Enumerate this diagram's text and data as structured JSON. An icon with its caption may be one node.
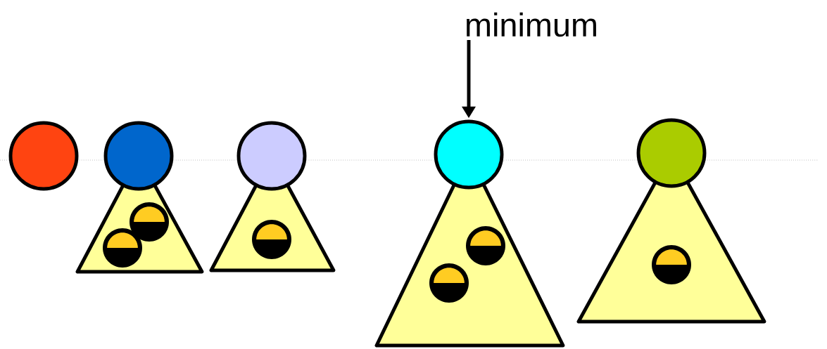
{
  "diagram": {
    "nodes": [
      {
        "text": [
          "minimum"
        ]
      },
      {
        "text": [],
        "shape": "circle"
      },
      {
        "text": [],
        "shape": "circle"
      },
      {
        "text": [],
        "shape": "circle"
      },
      {
        "text": [],
        "shape": "circle"
      },
      {
        "text": [],
        "shape": "circle"
      }
    ],
    "edges": [
      {
        "from": 0,
        "to": 4,
        "arrow": "to"
      }
    ]
  }
}
